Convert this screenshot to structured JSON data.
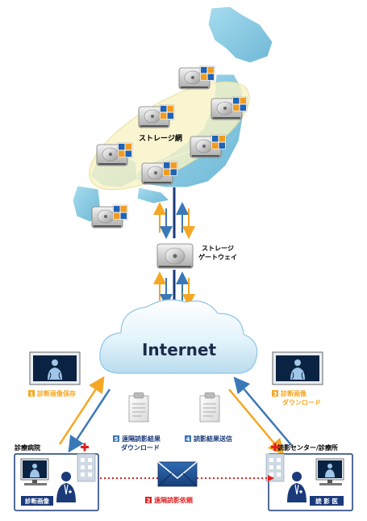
{
  "storage_network_label": "ストレージ網",
  "gateway_label_line1": "ストレージ",
  "gateway_label_line2": "ゲートウェイ",
  "internet_label": "Internet",
  "steps": {
    "s1": {
      "num": "1",
      "text": "診断画像保存"
    },
    "s2": {
      "num": "2",
      "text": "遠隔読影依頼"
    },
    "s3": {
      "num": "3",
      "line1": "診断画像",
      "line2": "ダウンロード"
    },
    "s4": {
      "num": "4",
      "text": "読影結果送信"
    },
    "s5": {
      "num": "5",
      "line1": "遠隔読影結果",
      "line2": "ダウンロード"
    }
  },
  "left_site": {
    "title": "診療病院",
    "badge": "診断画像"
  },
  "right_site": {
    "title": "読影センター/診療所",
    "badge": "読 影 医"
  },
  "colors": {
    "orange": "#f5a623",
    "navy": "#1a3a7a",
    "steel_blue": "#3b78b8",
    "red_dotted": "#e02020",
    "map_fill": "#9ed3e8",
    "oval_fill": "#f7f3c6",
    "cloud_fill": "#d4ecf8"
  }
}
